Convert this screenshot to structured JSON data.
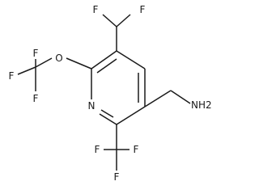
{
  "molecule": {
    "atoms": {
      "f_chf2_left": "F",
      "f_chf2_right": "F",
      "o_ether": "O",
      "f_ocf3_top": "F",
      "f_ocf3_left": "F",
      "f_ocf3_bottom": "F",
      "n_ring": "N",
      "nh2": "NH2",
      "f_cf3_left": "F",
      "f_cf3_right": "F",
      "f_cf3_bottom": "F"
    }
  }
}
